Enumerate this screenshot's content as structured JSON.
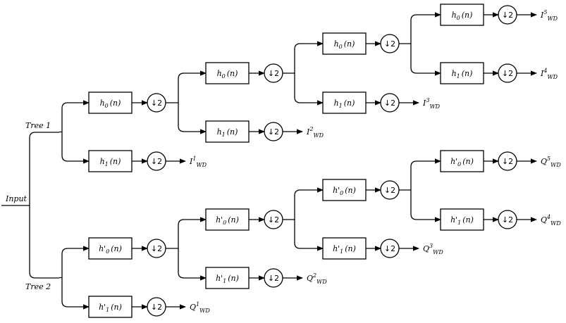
{
  "input_label": "Input",
  "tree1_label": "Tree 1",
  "tree2_label": "Tree 2",
  "downsample_label": "↓2",
  "tree1": {
    "lowpass": "h",
    "highpass": "h",
    "lowpass_sub": "0",
    "highpass_sub": "1",
    "arg": "(n)",
    "output_prefix": "I",
    "output_subscript": "WD",
    "outputs": [
      "1",
      "2",
      "3",
      "4",
      "5"
    ]
  },
  "tree2": {
    "lowpass": "h'",
    "highpass": "h'",
    "lowpass_sub": "0",
    "highpass_sub": "1",
    "arg": "(n)",
    "output_prefix": "Q",
    "output_subscript": "WD",
    "outputs": [
      "1",
      "2",
      "3",
      "4",
      "5"
    ]
  }
}
